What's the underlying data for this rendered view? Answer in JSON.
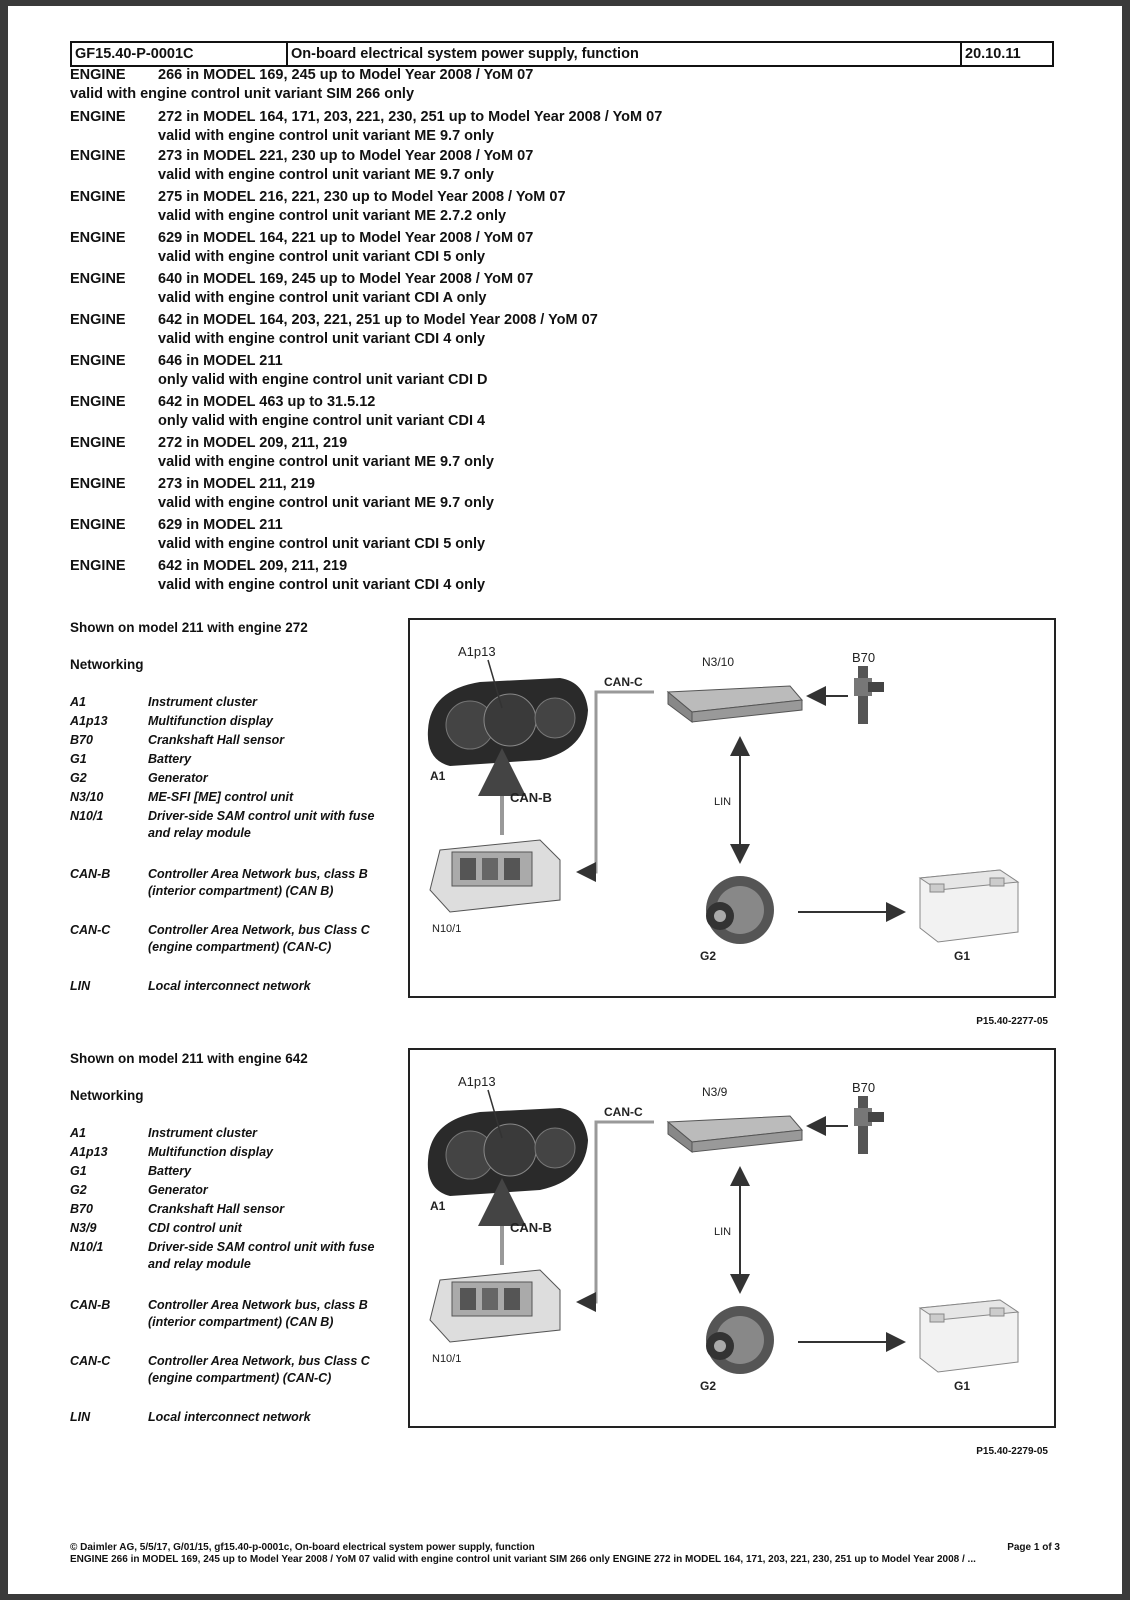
{
  "header": {
    "doc_id": "GF15.40-P-0001C",
    "title": "On-board electrical system power supply, function",
    "date": "20.10.11"
  },
  "applicability": [
    {
      "label": "ENGINE",
      "model": "266 in MODEL 169, 245  up to Model Year 2008 / YoM 07",
      "variant": "valid with engine control unit variant SIM 266 only"
    },
    {
      "label": "ENGINE",
      "model": "272 in MODEL 164, 171, 203, 221, 230, 251  up to Model Year 2008 / YoM 07",
      "variant": "valid with engine control unit variant ME 9.7 only"
    },
    {
      "label": "ENGINE",
      "model": "273 in MODEL 221, 230  up to Model Year 2008 / YoM 07",
      "variant": "valid with engine control unit variant ME 9.7 only"
    },
    {
      "label": "ENGINE",
      "model": "275 in MODEL 216, 221, 230  up to Model Year 2008 / YoM 07",
      "variant": "valid with engine control unit variant ME 2.7.2 only"
    },
    {
      "label": "ENGINE",
      "model": "629 in MODEL 164, 221  up to Model Year 2008 / YoM 07",
      "variant": "valid with engine control unit variant CDI 5 only"
    },
    {
      "label": "ENGINE",
      "model": "640 in MODEL 169, 245  up to Model Year 2008 / YoM 07",
      "variant": "valid with engine control unit variant CDI A only"
    },
    {
      "label": "ENGINE",
      "model": "642 in MODEL 164, 203, 221, 251  up to Model Year 2008 / YoM 07",
      "variant": "valid with engine control unit variant CDI 4 only"
    },
    {
      "label": "ENGINE",
      "model": "646 in MODEL 211",
      "variant": "only valid with engine control unit variant CDI D"
    },
    {
      "label": "ENGINE",
      "model": "642 in MODEL 463 up to 31.5.12",
      "variant": "only valid with engine control unit variant CDI 4"
    },
    {
      "label": "ENGINE",
      "model": "272 in MODEL 209, 211, 219",
      "variant": "valid with engine control unit variant ME 9.7 only"
    },
    {
      "label": "ENGINE",
      "model": "273 in MODEL 211, 219",
      "variant": "valid with engine control unit variant ME 9.7 only"
    },
    {
      "label": "ENGINE",
      "model": "629 in MODEL 211",
      "variant": "valid with engine control unit variant CDI 5 only"
    },
    {
      "label": "ENGINE",
      "model": "642 in MODEL 209, 211, 219",
      "variant": "valid with engine control unit variant CDI 4 only"
    }
  ],
  "section1": {
    "shown_on": "Shown on model 211 with engine 272",
    "heading": "Networking",
    "legend": [
      {
        "code": "A1",
        "desc": "Instrument cluster"
      },
      {
        "code": "A1p13",
        "desc": "Multifunction display"
      },
      {
        "code": "B70",
        "desc": "Crankshaft Hall sensor"
      },
      {
        "code": "G1",
        "desc": "Battery"
      },
      {
        "code": "G2",
        "desc": "Generator"
      },
      {
        "code": "N3/10",
        "desc": "ME-SFI [ME] control unit"
      },
      {
        "code": "N10/1",
        "desc": "Driver-side SAM control unit with fuse and relay module"
      },
      {
        "code": "CAN-B",
        "desc": "Controller Area Network bus, class B (interior compartment) (CAN B)"
      },
      {
        "code": "CAN-C",
        "desc": "Controller Area Network, bus Class C (engine compartment) (CAN-C)"
      },
      {
        "code": "LIN",
        "desc": "Local interconnect network"
      }
    ],
    "diagram": {
      "ecu": "N3/10",
      "display": "A1p13",
      "cluster": "A1",
      "sensor": "B70",
      "sam": "N10/1",
      "generator": "G2",
      "battery": "G1",
      "can_b": "CAN-B",
      "can_c": "CAN-C",
      "lin": "LIN"
    },
    "ref": "P15.40-2277-05"
  },
  "section2": {
    "shown_on": "Shown on model 211 with engine 642",
    "heading": "Networking",
    "legend": [
      {
        "code": "A1",
        "desc": "Instrument cluster"
      },
      {
        "code": "A1p13",
        "desc": "Multifunction display"
      },
      {
        "code": "G1",
        "desc": "Battery"
      },
      {
        "code": "G2",
        "desc": "Generator"
      },
      {
        "code": "B70",
        "desc": "Crankshaft Hall sensor"
      },
      {
        "code": "N3/9",
        "desc": "CDI control unit"
      },
      {
        "code": "N10/1",
        "desc": "Driver-side SAM control unit with fuse and relay module"
      },
      {
        "code": "CAN-B",
        "desc": "Controller Area Network bus, class B (interior compartment) (CAN B)"
      },
      {
        "code": "CAN-C",
        "desc": "Controller Area Network, bus Class C (engine compartment) (CAN-C)"
      },
      {
        "code": "LIN",
        "desc": "Local interconnect network"
      }
    ],
    "diagram": {
      "ecu": "N3/9",
      "display": "A1p13",
      "cluster": "A1",
      "sensor": "B70",
      "sam": "N10/1",
      "generator": "G2",
      "battery": "G1",
      "can_b": "CAN-B",
      "can_c": "CAN-C",
      "lin": "LIN"
    },
    "ref": "P15.40-2279-05"
  },
  "footer": {
    "line1": "© Daimler AG, 5/5/17, G/01/15, gf15.40-p-0001c, On-board electrical system power supply, function",
    "page": "Page 1 of 3",
    "line2": "ENGINE 266 in MODEL 169, 245 up to Model Year 2008 / YoM 07 valid with engine control unit variant SIM 266 only ENGINE 272 in MODEL 164, 171, 203, 221, 230, 251 up to Model Year 2008 / ..."
  }
}
